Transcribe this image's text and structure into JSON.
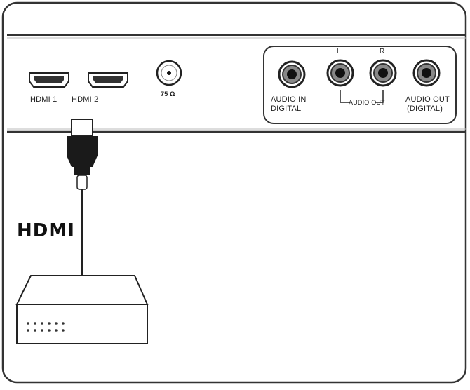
{
  "ports": {
    "hdmi1_label": "HDMI 1",
    "hdmi2_label": "HDMI 2",
    "antenna_label": "75 Ω",
    "audio_in_digital_label_line1": "AUDIO IN",
    "audio_in_digital_label_line2": "DIGITAL",
    "audio_out_label": "AUDIO OUT",
    "audio_out_left_label": "L",
    "audio_out_right_label": "R",
    "audio_out_digital_label_line1": "AUDIO OUT",
    "audio_out_digital_label_line2": "(DIGITAL)"
  },
  "cable": {
    "label": "HDMI"
  },
  "colors": {
    "line": "#222222",
    "panel_border": "#333333",
    "plug": "#1a1a1a",
    "background": "#ffffff"
  }
}
